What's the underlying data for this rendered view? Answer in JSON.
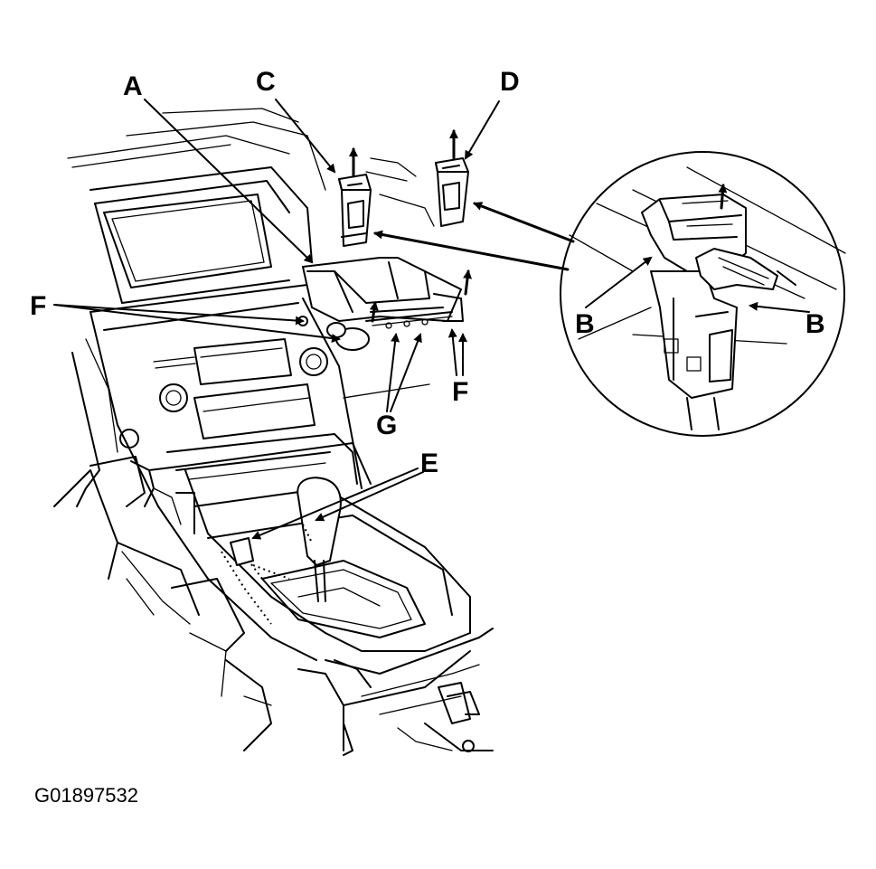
{
  "diagram": {
    "labels": {
      "A": "A",
      "B1": "B",
      "B2": "B",
      "C": "C",
      "D": "D",
      "E": "E",
      "F1": "F",
      "F2": "F",
      "G": "G"
    },
    "figure_code": "G01897532"
  }
}
